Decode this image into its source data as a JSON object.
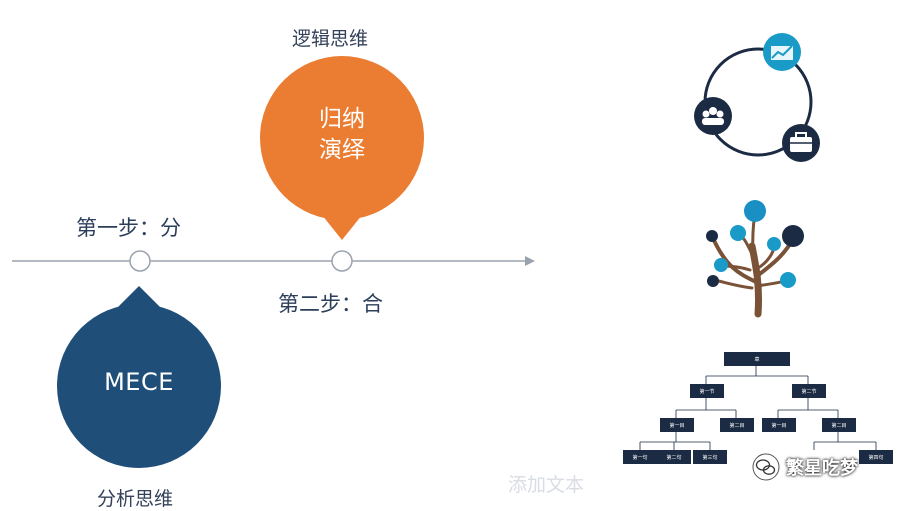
{
  "timeline": {
    "top_label": "逻辑思维",
    "bubble_top": {
      "line1": "归纳",
      "line2": "演绎",
      "color": "#ea7d31"
    },
    "step1_label": "第一步：分",
    "step2_label": "第二步：合",
    "bubble_bottom": {
      "text": "MECE",
      "color": "#1f4e79"
    },
    "bottom_label": "分析思维"
  },
  "placeholder_text": "添加文本",
  "org_chart": {
    "root": "章",
    "level2": [
      "第一节",
      "第二节"
    ],
    "level3": [
      "第一目",
      "第二目",
      "第一目",
      "第二目"
    ],
    "level4": [
      "第一句",
      "第二句",
      "第三句",
      "第四句"
    ]
  },
  "watermark": {
    "text": "繁星吃梦"
  },
  "icons": {
    "cycle": [
      "growth-chart-icon",
      "team-icon",
      "briefcase-icon"
    ],
    "accent": "#1a9bc7",
    "dark": "#1c2b44"
  }
}
